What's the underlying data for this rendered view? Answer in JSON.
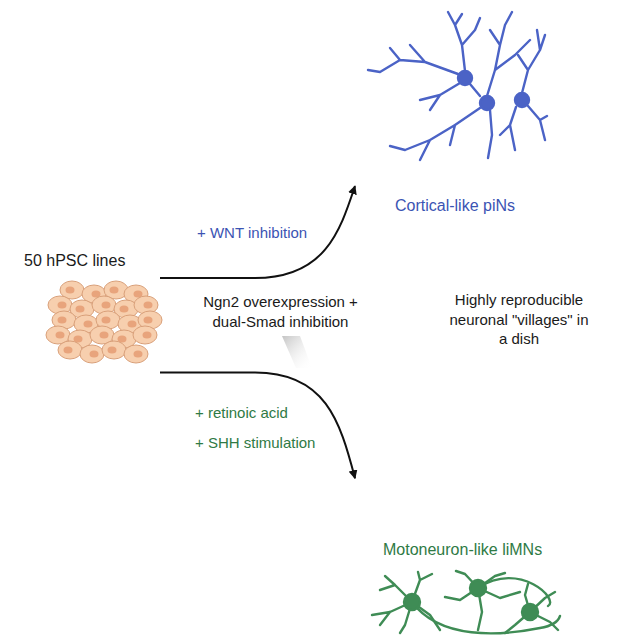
{
  "diagram": {
    "nodes": [
      {
        "text": [
          "50 hPSC lines"
        ]
      },
      {
        "text": [
          "Cortical-like piNs"
        ]
      },
      {
        "text": [
          "Motoneuron-like liMNs"
        ]
      }
    ],
    "edges": [
      {
        "from": 0,
        "to": 1,
        "arrow": "to",
        "label": "+ WNT inhibition"
      },
      {
        "from": 0,
        "to": 2,
        "arrow": "to",
        "label": "+ retinoic acid"
      }
    ],
    "labels": [
      "Ngn2 overexpression + dual-Smad inhibition",
      "+ SHH stimulation",
      "Highly reproducible neuronal \"villages\" in a dish"
    ]
  }
}
